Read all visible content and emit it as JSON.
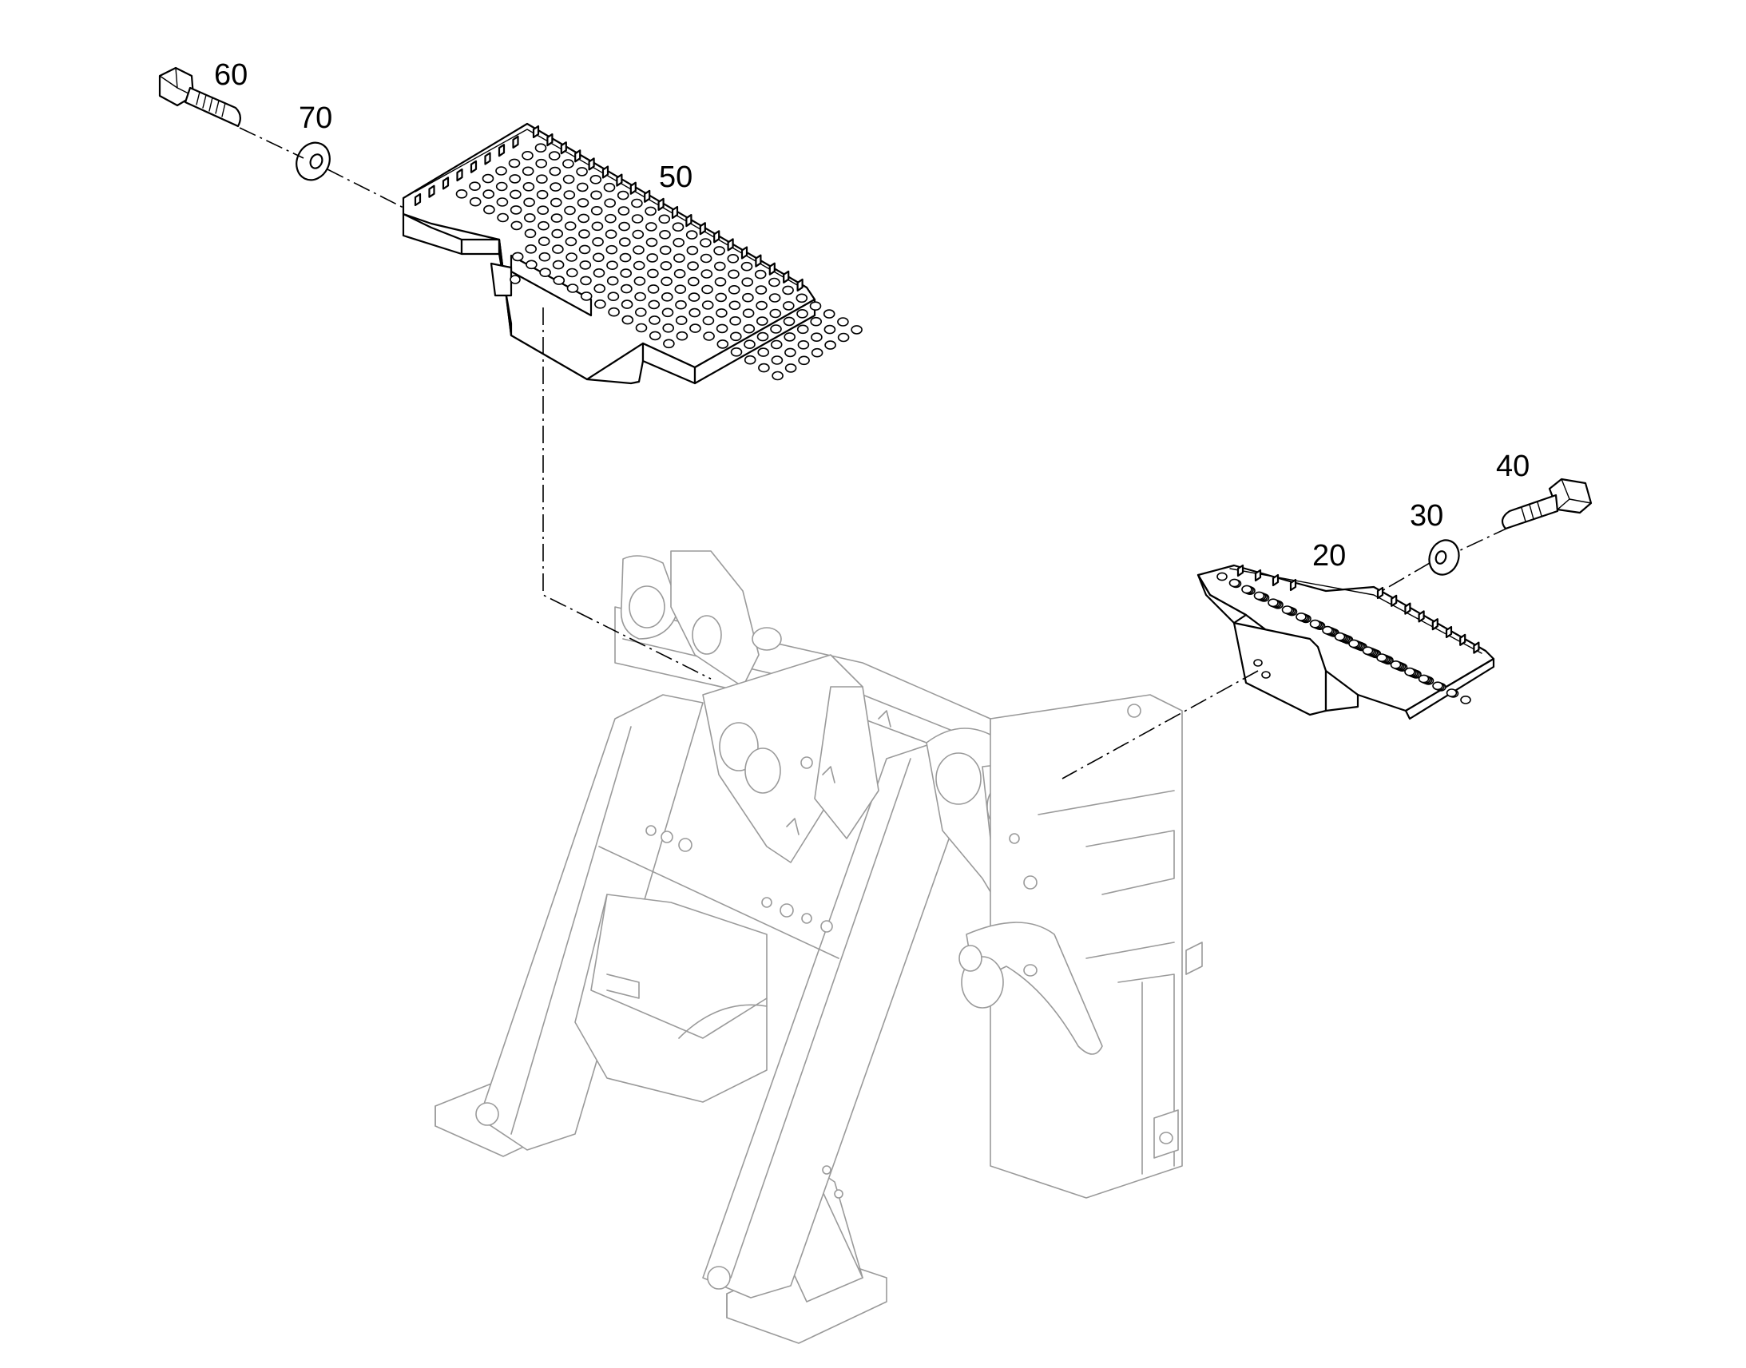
{
  "labels": {
    "bolt_upper": "60",
    "washer_upper": "70",
    "step_upper": "50",
    "bolt_lower": "40",
    "washer_lower": "30",
    "step_lower": "20"
  },
  "colors": {
    "linework": "#000000",
    "frame_linework": "#9a9a9a",
    "background": "#ffffff"
  }
}
